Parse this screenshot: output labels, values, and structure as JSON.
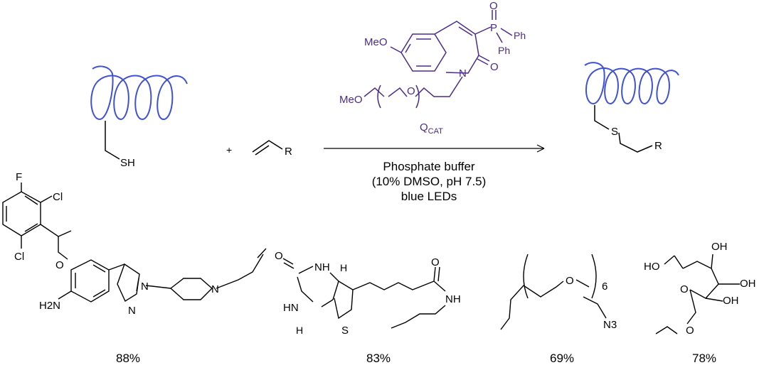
{
  "reaction": {
    "reactant_thiol_label": "SH",
    "plus_sign": "+",
    "alkene_R": "R",
    "conditions": [
      "Phosphate buffer",
      "(10% DMSO, pH 7.5)",
      "blue LEDs"
    ],
    "product_S": "S",
    "product_R": "R"
  },
  "catalyst": {
    "meo_top": "MeO",
    "meo_bottom": "MeO",
    "oxygen_P": "O",
    "P": "P",
    "ph1": "Ph",
    "ph2": "Ph",
    "ring_N": "N",
    "ring_O": "O",
    "peg_O": "O",
    "label_main": "Q",
    "label_sub": "CAT"
  },
  "substrates": [
    {
      "atoms": [
        "F",
        "Cl",
        "Cl",
        "O",
        "H2N",
        "N",
        "N",
        "N"
      ],
      "yield": "88%"
    },
    {
      "atoms": [
        "O",
        "NH",
        "HN",
        "H",
        "H",
        "S",
        "O",
        "NH"
      ],
      "yield": "83%"
    },
    {
      "atoms": [
        "O",
        "6",
        "N3"
      ],
      "yield": "69%"
    },
    {
      "atoms": [
        "OH",
        "OH",
        "HO",
        "OH",
        "O",
        "O"
      ],
      "yield": "78%"
    }
  ],
  "colors": {
    "helix": "#3f51d6",
    "catalyst": "#4b2a8c",
    "ink": "#000000"
  }
}
